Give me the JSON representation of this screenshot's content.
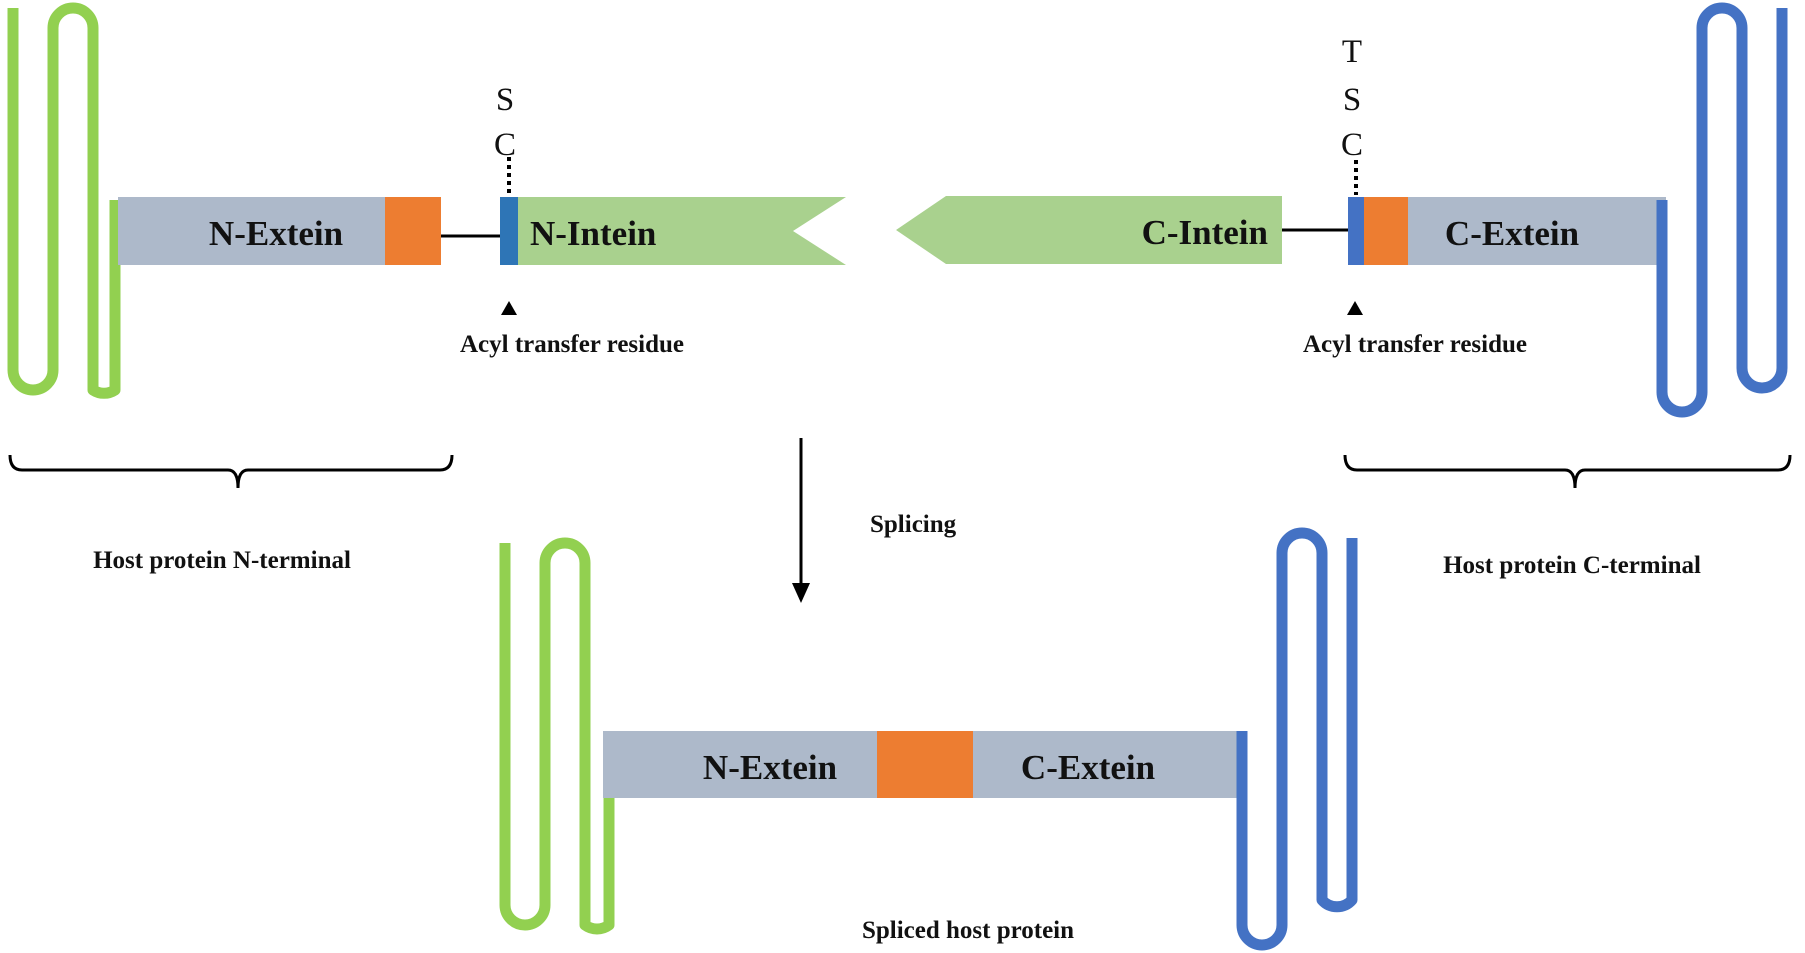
{
  "colors": {
    "extein": "#adb9ca",
    "junction": "#ed7d31",
    "intein": "#a9d18e",
    "residue_marker": "#2e75b6",
    "host_n": "#92d050",
    "host_c": "#4472c4",
    "ink": "#000000"
  },
  "top": {
    "n_extein_label": "N-Extein",
    "n_intein_label": "N-Intein",
    "c_intein_label": "C-Intein",
    "c_extein_label": "C-Extein",
    "n_residues": [
      "S",
      "C"
    ],
    "c_residues": [
      "T",
      "S",
      "C"
    ],
    "n_acyl_label": "Acyl transfer residue",
    "c_acyl_label": "Acyl transfer residue",
    "host_n_label": "Host protein N-terminal",
    "host_c_label": "Host protein C-terminal"
  },
  "process": {
    "splicing_label": "Splicing"
  },
  "bottom": {
    "n_extein_label": "N-Extein",
    "c_extein_label": "C-Extein",
    "product_label": "Spliced host protein"
  }
}
